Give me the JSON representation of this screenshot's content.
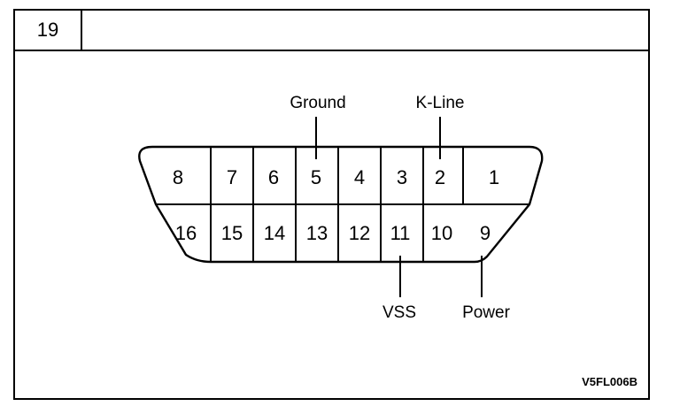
{
  "header": {
    "figure_number": "19"
  },
  "connector": {
    "top_row": [
      "8",
      "7",
      "6",
      "5",
      "4",
      "3",
      "2",
      "1"
    ],
    "bottom_row": [
      "16",
      "15",
      "14",
      "13",
      "12",
      "11",
      "10",
      "9"
    ]
  },
  "callouts": {
    "ground": "Ground",
    "k_line": "K-Line",
    "vss": "VSS",
    "power": "Power"
  },
  "figure_code": "V5FL006B"
}
